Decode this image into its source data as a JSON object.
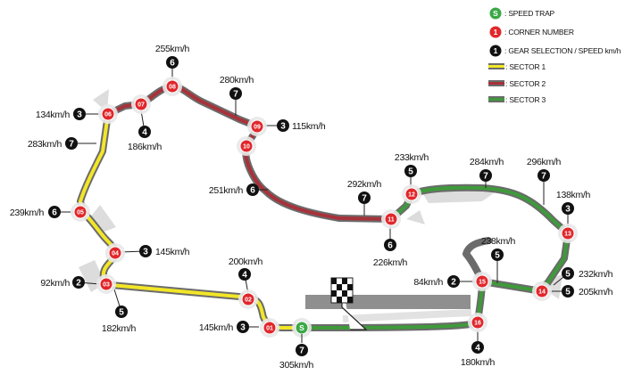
{
  "legend": {
    "speed_trap": {
      "glyph": "S",
      "text": ": SPEED TRAP"
    },
    "corner_number": {
      "glyph": "1",
      "text": ": CORNER NUMBER"
    },
    "gear_selection": {
      "glyph": "1",
      "text": ": GEAR SELECTION / SPEED km/h"
    },
    "sector_1": ": SECTOR 1",
    "sector_2": ": SECTOR 2",
    "sector_3": ": SECTOR 3"
  },
  "colors": {
    "sector_1": "#f2e627",
    "sector_2": "#a8323a",
    "sector_3": "#3e9a3a",
    "corner_marker": "#e1272b",
    "speed_trap": "#3aa845",
    "gear_marker": "#111111"
  },
  "corners": [
    {
      "number": "01",
      "sector": 1
    },
    {
      "number": "02",
      "sector": 1
    },
    {
      "number": "03",
      "sector": 1
    },
    {
      "number": "04",
      "sector": 1
    },
    {
      "number": "05",
      "sector": 1
    },
    {
      "number": "06",
      "sector": 1
    },
    {
      "number": "07",
      "sector": 2
    },
    {
      "number": "08",
      "sector": 2
    },
    {
      "number": "09",
      "sector": 2
    },
    {
      "number": "10",
      "sector": 2
    },
    {
      "number": "11",
      "sector": 2
    },
    {
      "number": "12",
      "sector": 3
    },
    {
      "number": "13",
      "sector": 3
    },
    {
      "number": "14",
      "sector": 3
    },
    {
      "number": "15",
      "sector": 3
    },
    {
      "number": "16",
      "sector": 3
    }
  ],
  "speed_trap": {
    "glyph": "S",
    "gear": "7",
    "speed": "305km/h"
  },
  "gears": [
    {
      "id": "t1",
      "gear": "3",
      "speed": "145km/h"
    },
    {
      "id": "t2",
      "gear": "4",
      "speed": "200km/h"
    },
    {
      "id": "t3",
      "gear": "5",
      "speed": "182km/h"
    },
    {
      "id": "t3in",
      "gear": "2",
      "speed": "92km/h"
    },
    {
      "id": "t4",
      "gear": "3",
      "speed": "145km/h"
    },
    {
      "id": "t5",
      "gear": "6",
      "speed": "239km/h"
    },
    {
      "id": "str6",
      "gear": "7",
      "speed": "283km/h"
    },
    {
      "id": "t6",
      "gear": "3",
      "speed": "134km/h"
    },
    {
      "id": "t7",
      "gear": "4",
      "speed": "186km/h"
    },
    {
      "id": "t8",
      "gear": "6",
      "speed": "255km/h"
    },
    {
      "id": "str9",
      "gear": "7",
      "speed": "280km/h"
    },
    {
      "id": "t9",
      "gear": "3",
      "speed": "115km/h"
    },
    {
      "id": "str10",
      "gear": "6",
      "speed": "251km/h"
    },
    {
      "id": "str11",
      "gear": "7",
      "speed": "292km/h"
    },
    {
      "id": "t11",
      "gear": "6",
      "speed": "226km/h"
    },
    {
      "id": "t12",
      "gear": "5",
      "speed": "233km/h"
    },
    {
      "id": "str12",
      "gear": "7",
      "speed": "284km/h"
    },
    {
      "id": "str13",
      "gear": "7",
      "speed": "296km/h"
    },
    {
      "id": "t13",
      "gear": "3",
      "speed": "138km/h"
    },
    {
      "id": "t14a",
      "gear": "5",
      "speed": "232km/h"
    },
    {
      "id": "t14b",
      "gear": "5",
      "speed": "205km/h"
    },
    {
      "id": "str15",
      "gear": "5",
      "speed": "238km/h"
    },
    {
      "id": "t15",
      "gear": "2",
      "speed": "84km/h"
    },
    {
      "id": "t16",
      "gear": "4",
      "speed": "180km/h"
    }
  ]
}
